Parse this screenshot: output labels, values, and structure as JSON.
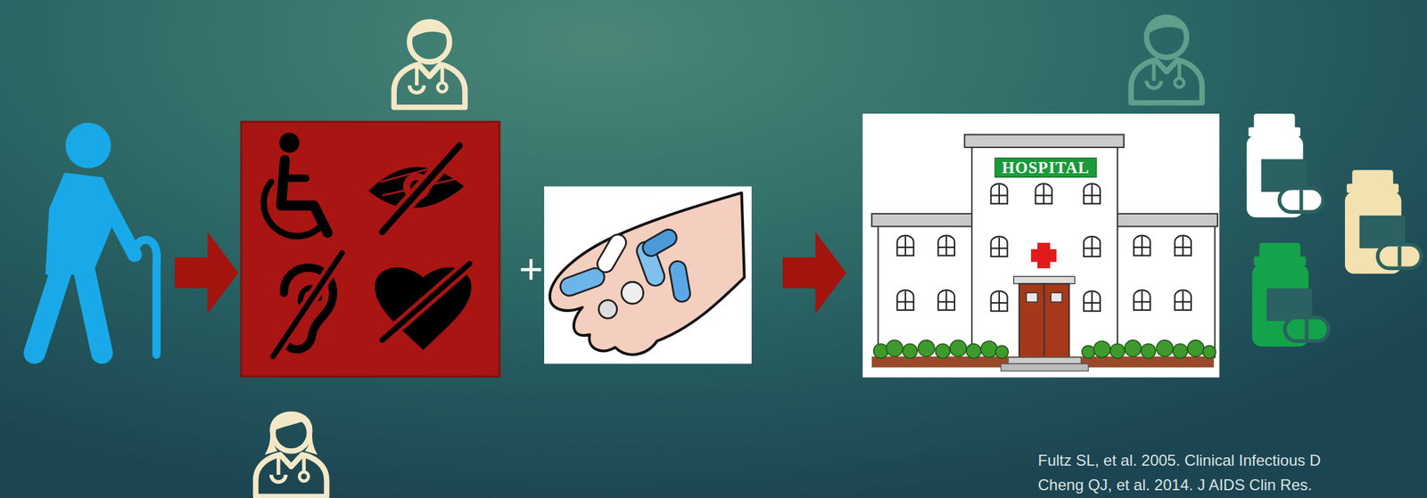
{
  "diagram": {
    "nodes": [
      {
        "text": [
          "HOSPITAL"
        ]
      }
    ],
    "labels": [
      "+",
      "Fultz SL, et al. 2005. Clinical Infectious D",
      "Cheng QJ, et al. 2014. J AIDS Clin Res."
    ]
  }
}
